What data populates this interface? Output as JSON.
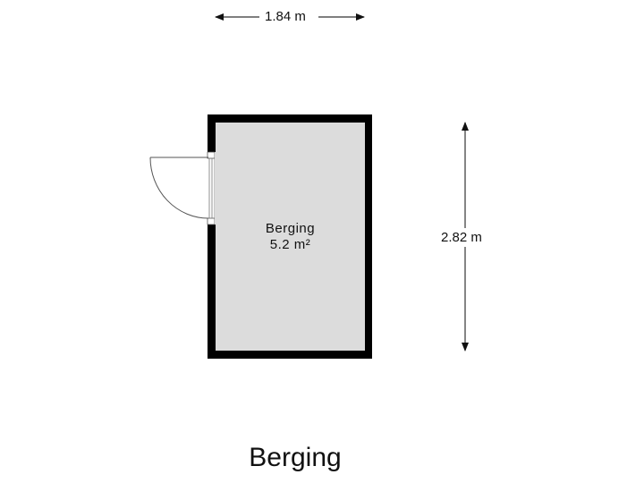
{
  "floorplan": {
    "title": "Berging",
    "rooms": [
      {
        "name": "Berging",
        "area": "5.2 m²",
        "fill": "#dcdcdc"
      }
    ],
    "dimensions": {
      "width": "1.84 m",
      "height": "2.82 m"
    },
    "colors": {
      "wall": "#000000",
      "floor": "#dcdcdc",
      "background": "#ffffff",
      "dimension_line": "#333333"
    }
  }
}
